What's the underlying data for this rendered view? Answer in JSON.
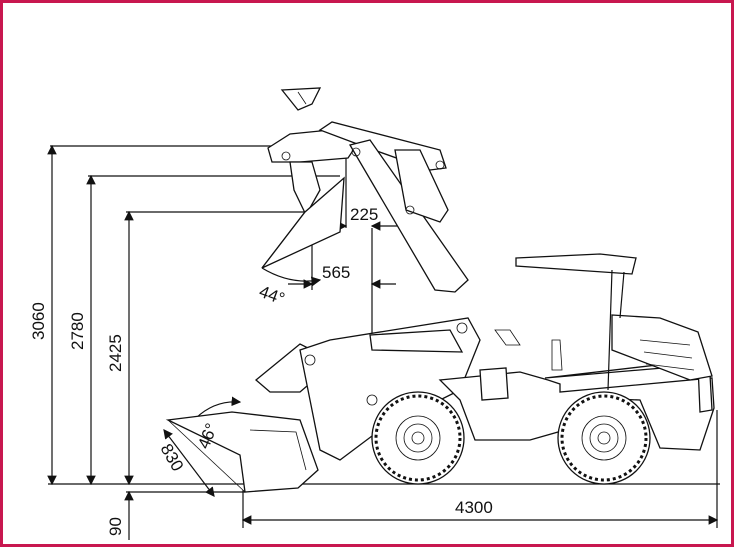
{
  "colors": {
    "frame": "#c8174f",
    "lines": "#111111"
  },
  "dimensions": {
    "height_3060": "3060",
    "height_2780": "2780",
    "height_2425": "2425",
    "depth_90": "90",
    "length_4300": "4300",
    "reach_225": "225",
    "reach_565": "565",
    "angle_44": "44°",
    "angle_46": "46°",
    "reach_830": "830"
  }
}
